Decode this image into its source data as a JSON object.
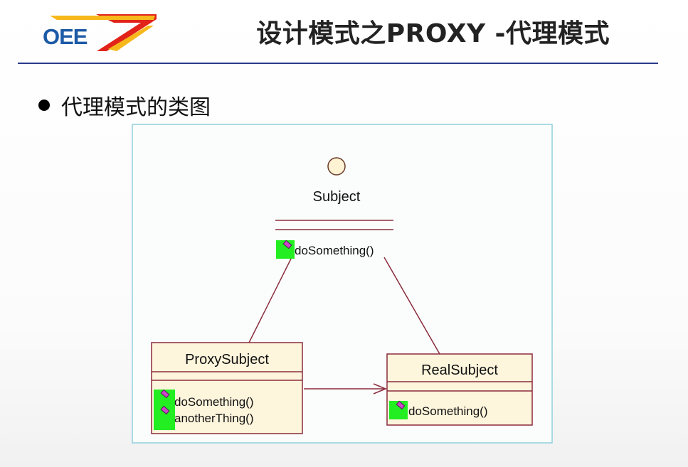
{
  "header": {
    "logo_text": "OEE",
    "title": "设计模式之PROXY -代理模式"
  },
  "bullet": {
    "text": "代理模式的类图"
  },
  "diagram": {
    "interface": {
      "name": "Subject",
      "operation": "doSomething()"
    },
    "proxy_class": {
      "name": "ProxySubject",
      "operations": [
        "doSomething()",
        "anotherThing()"
      ]
    },
    "real_class": {
      "name": "RealSubject",
      "operation": "doSomething()"
    }
  },
  "colors": {
    "rule": "#2a3a8a",
    "class_fill": "#fdf5dc",
    "class_border": "#8b2c3c",
    "relation_line": "#8b2c3c",
    "interface_fill": "#fff3d4",
    "icon_bg": "#22ee22",
    "icon_diamond": "#cc44cc",
    "diagram_border": "#8fd0dc"
  }
}
